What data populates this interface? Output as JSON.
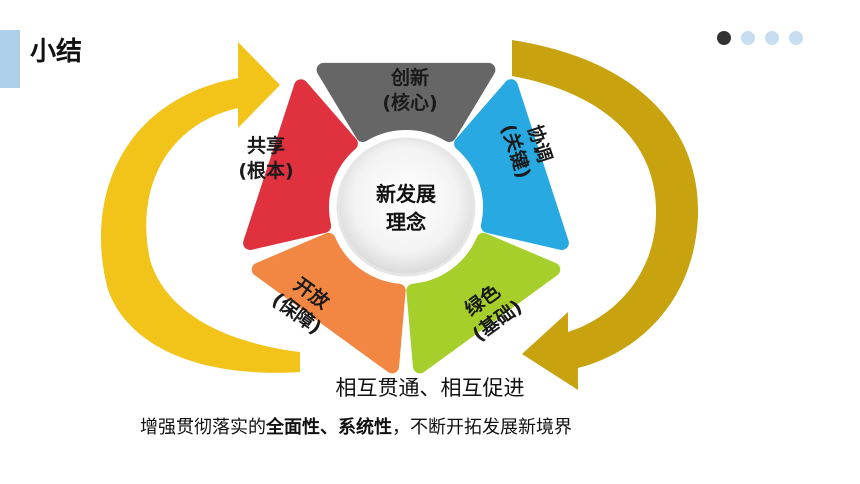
{
  "header": {
    "title": "小结"
  },
  "pagination": {
    "count": 4,
    "active": 0
  },
  "diagram": {
    "center": [
      "新发展",
      "理念"
    ],
    "segments": [
      {
        "line1": "创新",
        "line2": "(核心)",
        "color": "#666666"
      },
      {
        "line1": "协调",
        "line2": "(关键)",
        "color": "#29a9e1"
      },
      {
        "line1": "绿色",
        "line2": "(基础)",
        "color": "#a6cf2b"
      },
      {
        "line1": "开放",
        "line2": "(保障)",
        "color": "#f28744"
      },
      {
        "line1": "共享",
        "line2": "(根本)",
        "color": "#e0313f"
      }
    ],
    "arrow_colors": {
      "left": "#f2c419",
      "right": "#c9a20f"
    }
  },
  "motto": "相互贯通、相互促进",
  "summary": {
    "prefix": "增强贯彻落实的",
    "bold": "全面性、系统性",
    "suffix": "，不断开拓发展新境界"
  }
}
